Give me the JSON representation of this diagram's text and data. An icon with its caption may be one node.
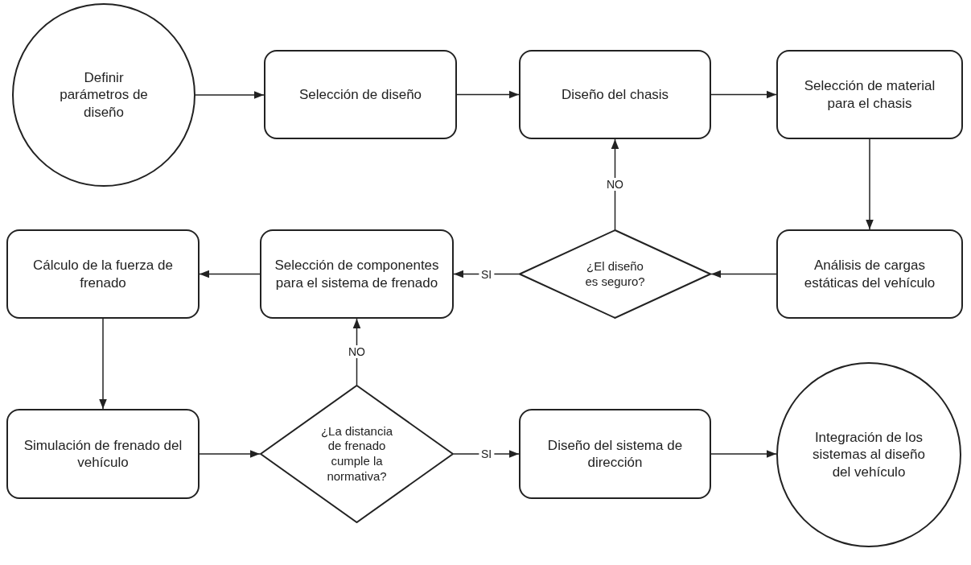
{
  "diagram": {
    "nodes": [
      {
        "text": [
          "Definir parámetros de diseño"
        ]
      },
      {
        "text": [
          "Selección de diseño"
        ]
      },
      {
        "text": [
          "Diseño del chasis"
        ]
      },
      {
        "text": [
          "Selección de material para el chasis"
        ]
      },
      {
        "text": [
          "Análisis de cargas estáticas del vehículo"
        ]
      },
      {
        "text": [
          "¿El diseño es seguro?"
        ]
      },
      {
        "text": [
          "Selección de componentes para el sistema de frenado"
        ]
      },
      {
        "text": [
          "Cálculo de la fuerza de frenado"
        ]
      },
      {
        "text": [
          "Simulación de frenado del vehículo"
        ]
      },
      {
        "text": [
          "¿La distancia de frenado cumple la normativa?"
        ]
      },
      {
        "text": [
          "Diseño del sistema de dirección"
        ]
      },
      {
        "text": [
          "Integración de los sistemas al diseño del vehículo"
        ]
      }
    ],
    "edges": [
      {
        "from": 0,
        "to": 1,
        "arrow": "to"
      },
      {
        "from": 1,
        "to": 2,
        "arrow": "to"
      },
      {
        "from": 2,
        "to": 3,
        "arrow": "to"
      },
      {
        "from": 3,
        "to": 4,
        "arrow": "to"
      },
      {
        "from": 4,
        "to": 5,
        "arrow": "to"
      },
      {
        "from": 5,
        "to": 2,
        "arrow": "to",
        "label": "NO"
      },
      {
        "from": 5,
        "to": 6,
        "arrow": "to",
        "label": "SI"
      },
      {
        "from": 6,
        "to": 7,
        "arrow": "to"
      },
      {
        "from": 7,
        "to": 8,
        "arrow": "to"
      },
      {
        "from": 8,
        "to": 9,
        "arrow": "to"
      },
      {
        "from": 9,
        "to": 6,
        "arrow": "to",
        "label": "NO"
      },
      {
        "from": 9,
        "to": 10,
        "arrow": "to",
        "label": "SI"
      },
      {
        "from": 10,
        "to": 11,
        "arrow": "to"
      }
    ]
  }
}
